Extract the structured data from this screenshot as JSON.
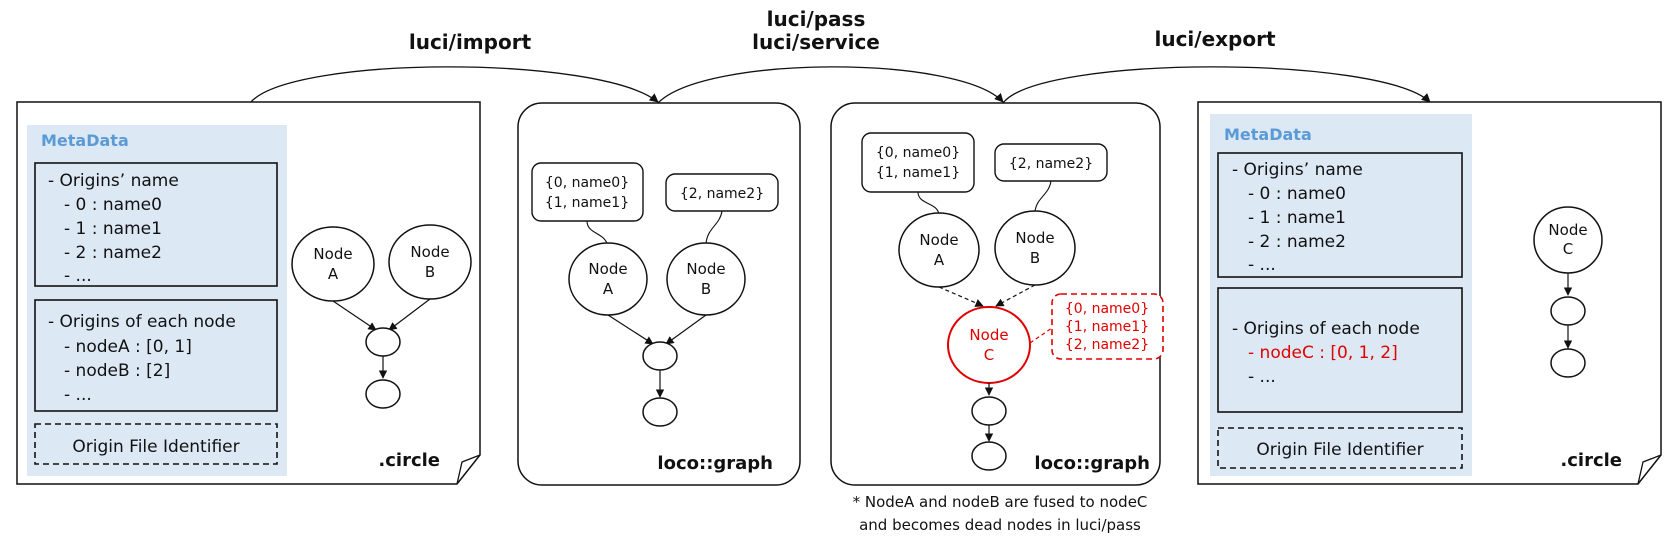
{
  "stages": {
    "import": "luci/import",
    "pass": "luci/pass",
    "service": "luci/service",
    "export": "luci/export"
  },
  "input_file": {
    "metadata_title": "MetaData",
    "origins_name": {
      "header": "- Origins’ name",
      "items": [
        "- 0 : name0",
        "- 1 : name1",
        "- 2 : name2",
        "- ..."
      ]
    },
    "origins_each": {
      "header": "- Origins of each node",
      "items": [
        "- nodeA : [0, 1]",
        "- nodeB : [2]",
        "- ..."
      ]
    },
    "identifier": "Origin File Identifier",
    "node_a": [
      "Node",
      "A"
    ],
    "node_b": [
      "Node",
      "B"
    ],
    "label": ".circle"
  },
  "graph1": {
    "box_a": [
      "{0, name0}",
      "{1, name1}"
    ],
    "box_b": "{2, name2}",
    "node_a": [
      "Node",
      "A"
    ],
    "node_b": [
      "Node",
      "B"
    ],
    "label": "loco::graph"
  },
  "graph2": {
    "box_a": [
      "{0, name0}",
      "{1, name1}"
    ],
    "box_b": "{2, name2}",
    "node_a": [
      "Node",
      "A"
    ],
    "node_b": [
      "Node",
      "B"
    ],
    "node_c": [
      "Node",
      "C"
    ],
    "box_c": [
      "{0, name0}",
      "{1, name1}",
      "{2, name2}"
    ],
    "label": "loco::graph"
  },
  "output_file": {
    "metadata_title": "MetaData",
    "origins_name": {
      "header": "- Origins’ name",
      "items": [
        "- 0 : name0",
        "- 1 : name1",
        "- 2 : name2",
        "- ..."
      ]
    },
    "origins_each": {
      "header": "- Origins of each node",
      "item_red": "- nodeC : [0, 1, 2]",
      "item_more": "- ..."
    },
    "identifier": "Origin File Identifier",
    "node_c": [
      "Node",
      "C"
    ],
    "label": ".circle"
  },
  "note": [
    "* NodeA and nodeB are fused to nodeC",
    "and becomes dead nodes in luci/pass"
  ],
  "colors": {
    "meta_bg": "#dde8f5",
    "meta_title": "#5b9bd5",
    "highlight": "#e00000"
  }
}
